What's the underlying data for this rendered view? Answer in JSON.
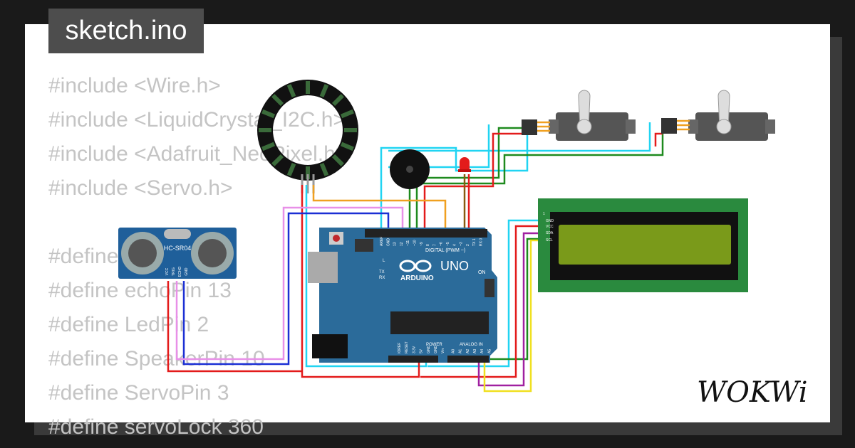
{
  "window": {
    "file_tab": "sketch.ino",
    "brand": "WOKWi"
  },
  "code": {
    "lines": [
      "#include <Wire.h>",
      "#include <LiquidCrystal_I2C.h>",
      "#include <Adafruit_NeoPixel.h>",
      "#include <Servo.h>",
      "",
      "#define trigPin 12",
      "#define echoPin 13",
      "#define LedPin 2",
      "#define SpeakerPin 10",
      "#define ServoPin 3",
      "#define servoLock 360"
    ]
  },
  "components": {
    "ultrasonic": {
      "label": "HC-SR04",
      "pins": [
        "VCC",
        "TRIG",
        "ECHO",
        "GND"
      ]
    },
    "arduino": {
      "model": "UNO",
      "brand": "ARDUINO",
      "on_label": "ON",
      "digital_label": "DIGITAL (PWM ~)",
      "power_label": "POWER",
      "analog_label": "ANALOG IN",
      "l_label": "L",
      "tx_label": "TX",
      "rx_label": "RX",
      "top_pins": [
        "AREF",
        "GND",
        "13",
        "12",
        "~11",
        "~10",
        "~9",
        "8",
        "7",
        "~6",
        "~5",
        "4",
        "~3",
        "2",
        "TX 1",
        "RX 0"
      ],
      "bottom_pins": [
        "IOREF",
        "RESET",
        "3.3V",
        "5V",
        "GND",
        "GND",
        "Vin",
        "A0",
        "A1",
        "A2",
        "A3",
        "A4",
        "A5"
      ]
    },
    "lcd": {
      "pins": [
        "GND",
        "VCC",
        "SDA",
        "SCL"
      ],
      "pin_header_label": "1"
    }
  },
  "colors": {
    "background": "#1a1a1a",
    "card": "#ffffff",
    "tab": "#4d4d4d",
    "code_text": "#c4c4c4",
    "arduino_board": "#2b6b9a",
    "lcd_board": "#2a8a3e",
    "lcd_screen": "#7a9a1a",
    "wire_cyan": "#21d4f2",
    "wire_green": "#1e8a1e",
    "wire_red": "#e31b1b",
    "wire_blue": "#1b2fd4",
    "wire_orange": "#f0a020",
    "wire_violet": "#a020a0",
    "wire_pink": "#e890e8",
    "wire_yellow": "#f0e020",
    "wire_brown": "#8a5a10"
  }
}
